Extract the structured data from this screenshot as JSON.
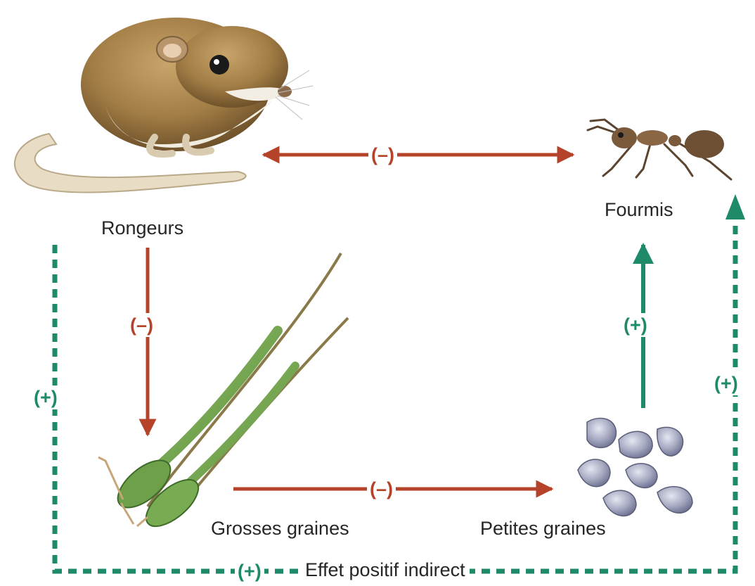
{
  "labels": {
    "rodents": "Rongeurs",
    "ants": "Fourmis",
    "large_seeds": "Grosses graines",
    "small_seeds": "Petites graines",
    "indirect_effect": "Effet positif indirect"
  },
  "signs": {
    "rodents_ants": "(–)",
    "rodents_large_seeds": "(–)",
    "large_small_seeds": "(–)",
    "small_seeds_ants": "(+)",
    "left_dashed": "(+)",
    "right_dashed": "(+)",
    "bottom_dashed": "(+)"
  },
  "colors": {
    "negative": "#b5432a",
    "positive": "#1e8a6a",
    "text": "#262626"
  },
  "illustrations": [
    "kangaroo-rat",
    "ant",
    "large-seed-grass",
    "small-seeds"
  ]
}
